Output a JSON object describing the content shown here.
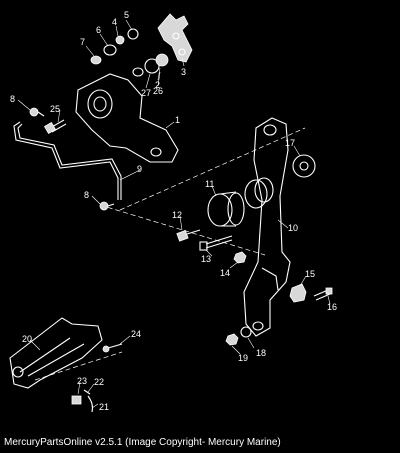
{
  "diagram": {
    "callouts": {
      "c1": "1",
      "c2": "2",
      "c3": "3",
      "c4": "4",
      "c5": "5",
      "c6": "6",
      "c7": "7",
      "c8a": "8",
      "c8b": "8",
      "c9": "9",
      "c10": "10",
      "c11": "11",
      "c12": "12",
      "c13": "13",
      "c14": "14",
      "c15": "15",
      "c16": "16",
      "c17": "17",
      "c18": "18",
      "c19": "19",
      "c20": "20",
      "c21": "21",
      "c22": "22",
      "c23": "23",
      "c24": "24",
      "c25": "25",
      "c26": "26",
      "c27": "27"
    }
  },
  "footer": {
    "caption": "MercuryPartsOnline v2.5.1 (Image Copyright- Mercury Marine)"
  }
}
